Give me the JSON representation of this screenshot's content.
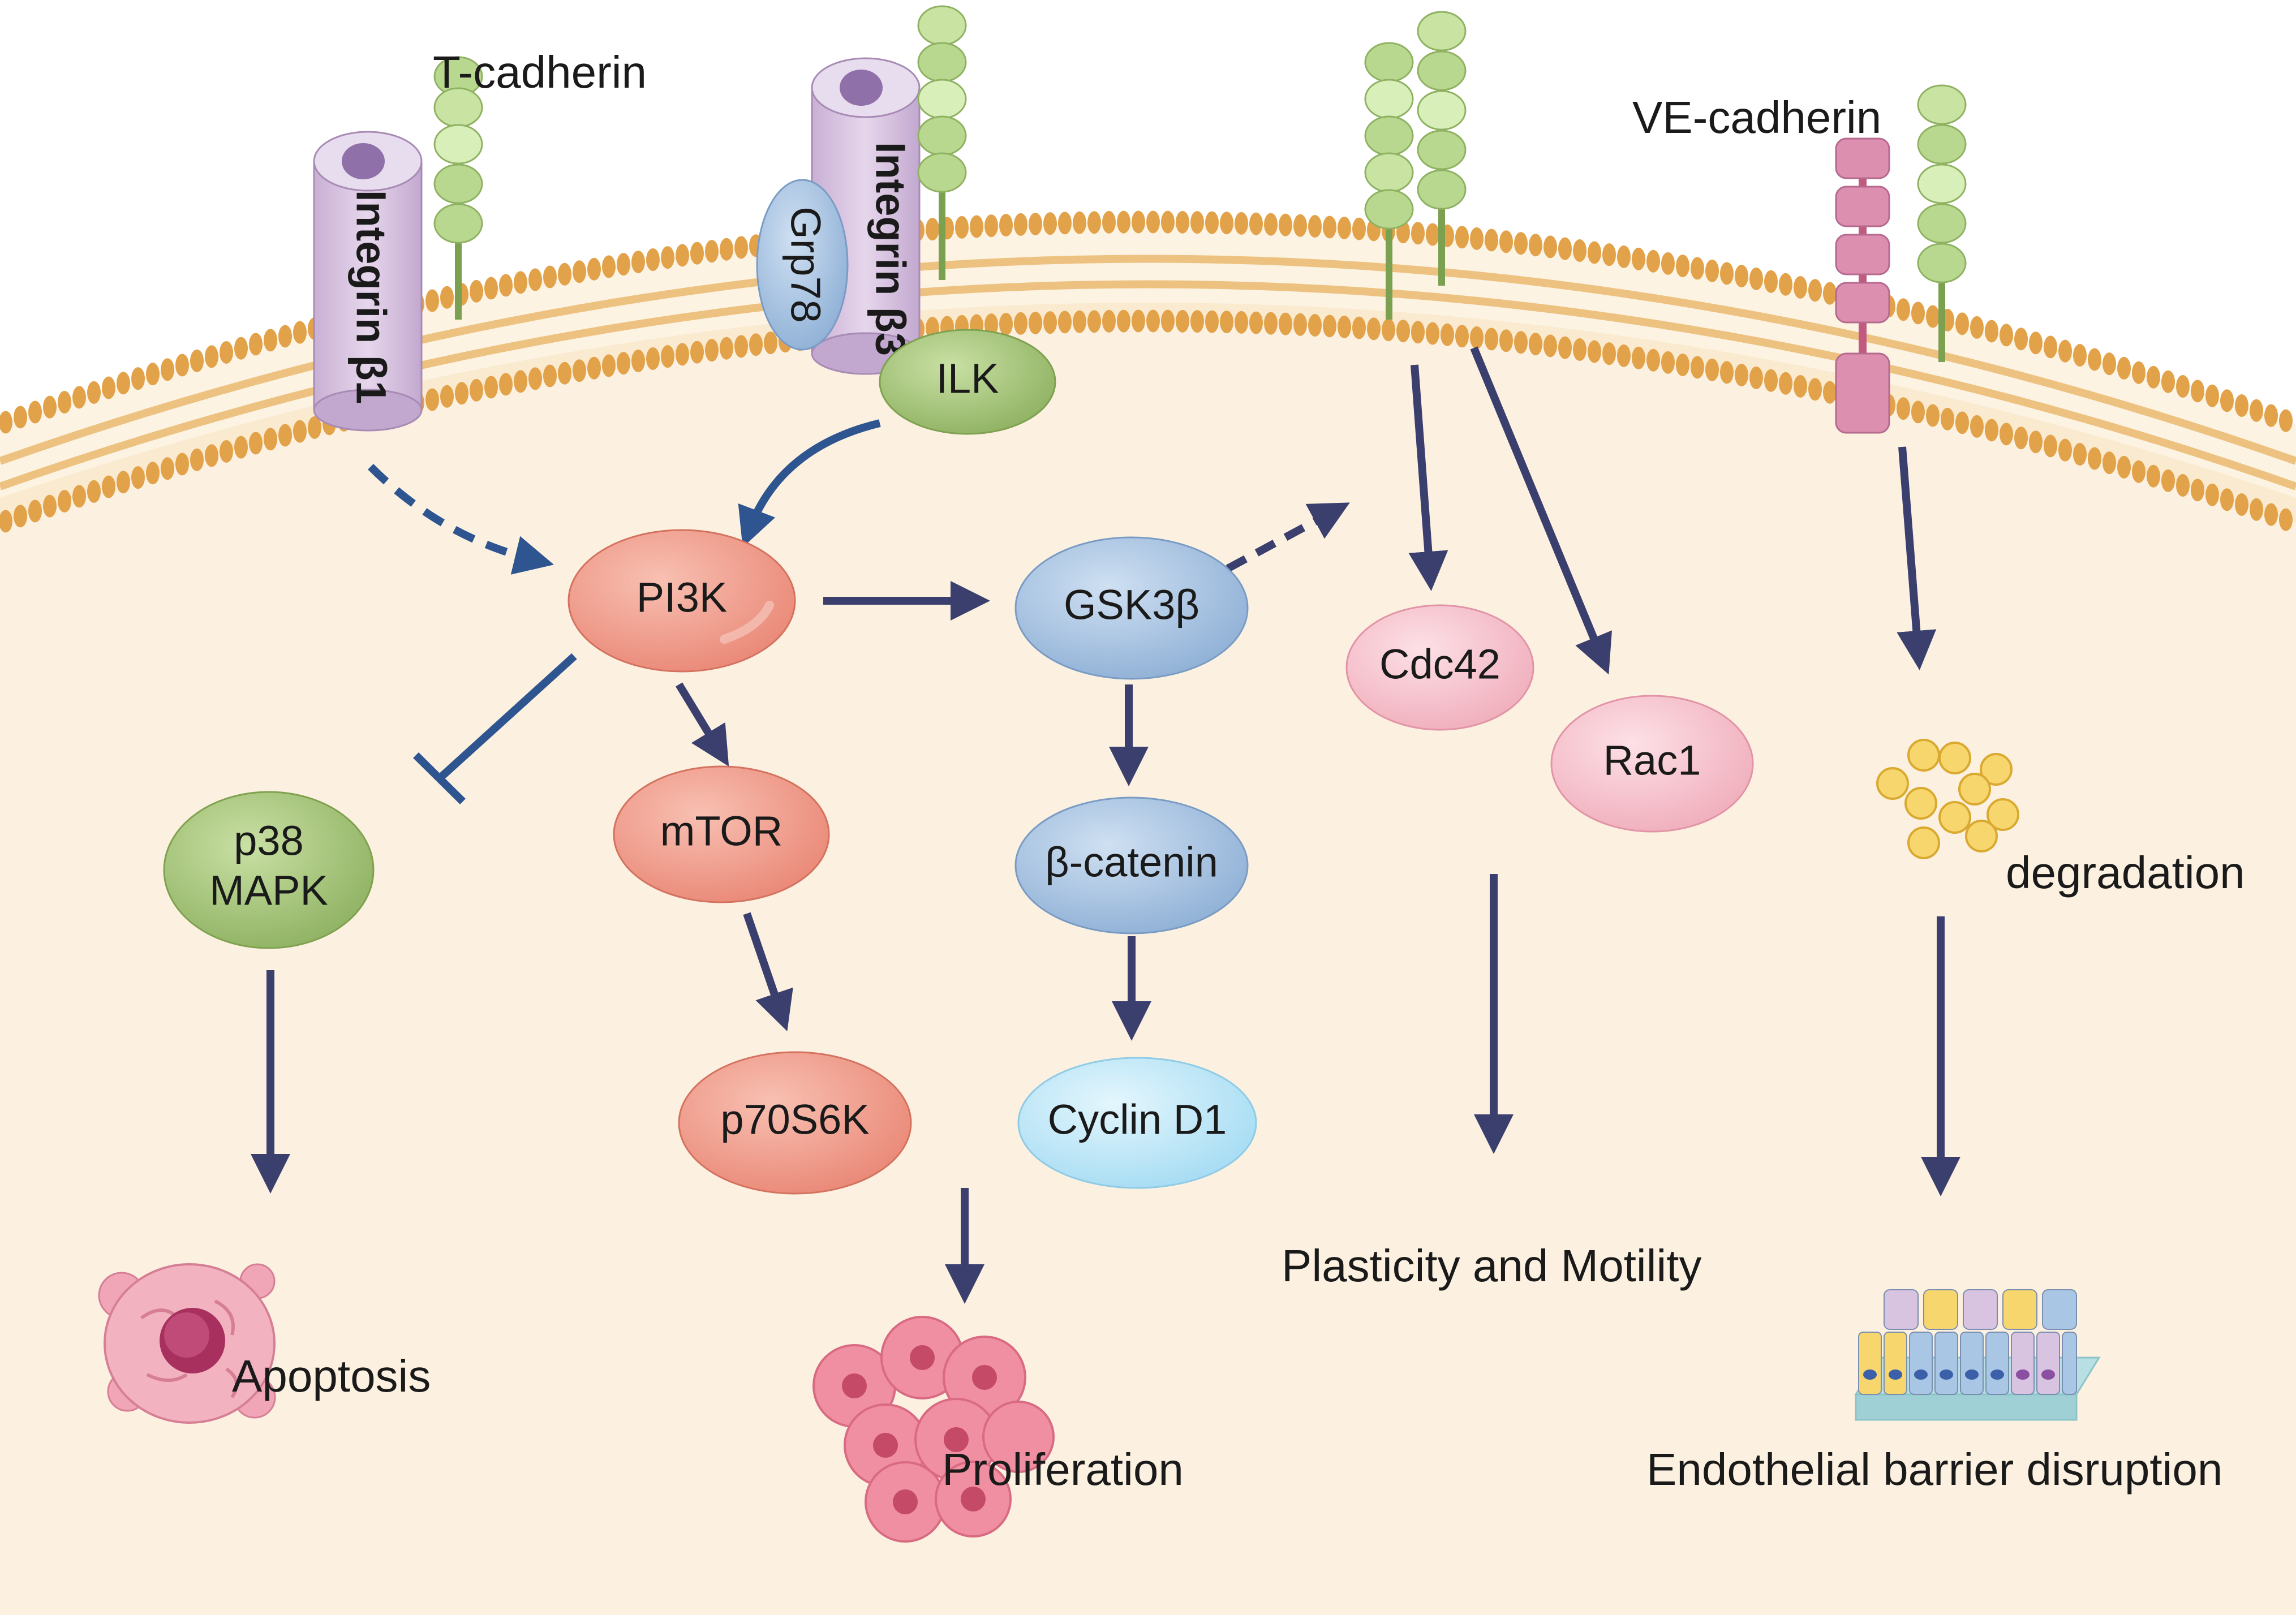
{
  "labels": {
    "t_cadherin": "T-cadherin",
    "ve_cadherin": "VE-cadherin",
    "integrin_b1": "Integrin β1",
    "integrin_b3": "Integrin β3",
    "grp78": "Grp78",
    "ilk": "ILK",
    "pi3k": "PI3K",
    "gsk3b": "GSK3β",
    "cdc42": "Cdc42",
    "rac1": "Rac1",
    "p38": "p38",
    "mapk": "MAPK",
    "mtor": "mTOR",
    "beta_catenin": "β-catenin",
    "p70s6k": "p70S6K",
    "cyclin_d1": "Cyclin D1",
    "degradation": "degradation",
    "apoptosis": "Apoptosis",
    "proliferation": "Proliferation",
    "plasticity": "Plasticity and Motility",
    "endothelial": "Endothelial barrier disruption"
  },
  "colors": {
    "cytoplasm": "#fcf1e1",
    "membrane_lipid": "#e2a24a",
    "integrin": "#d8c3e0",
    "green_node": "#a9c87c",
    "blue_node": "#a9c6e4",
    "salmon_node": "#f0a090",
    "pink_node": "#f7c6d0",
    "light_blue_node": "#bfe6f7",
    "arrow": "#3a3f6e",
    "arrow_alt": "#2e5590"
  }
}
